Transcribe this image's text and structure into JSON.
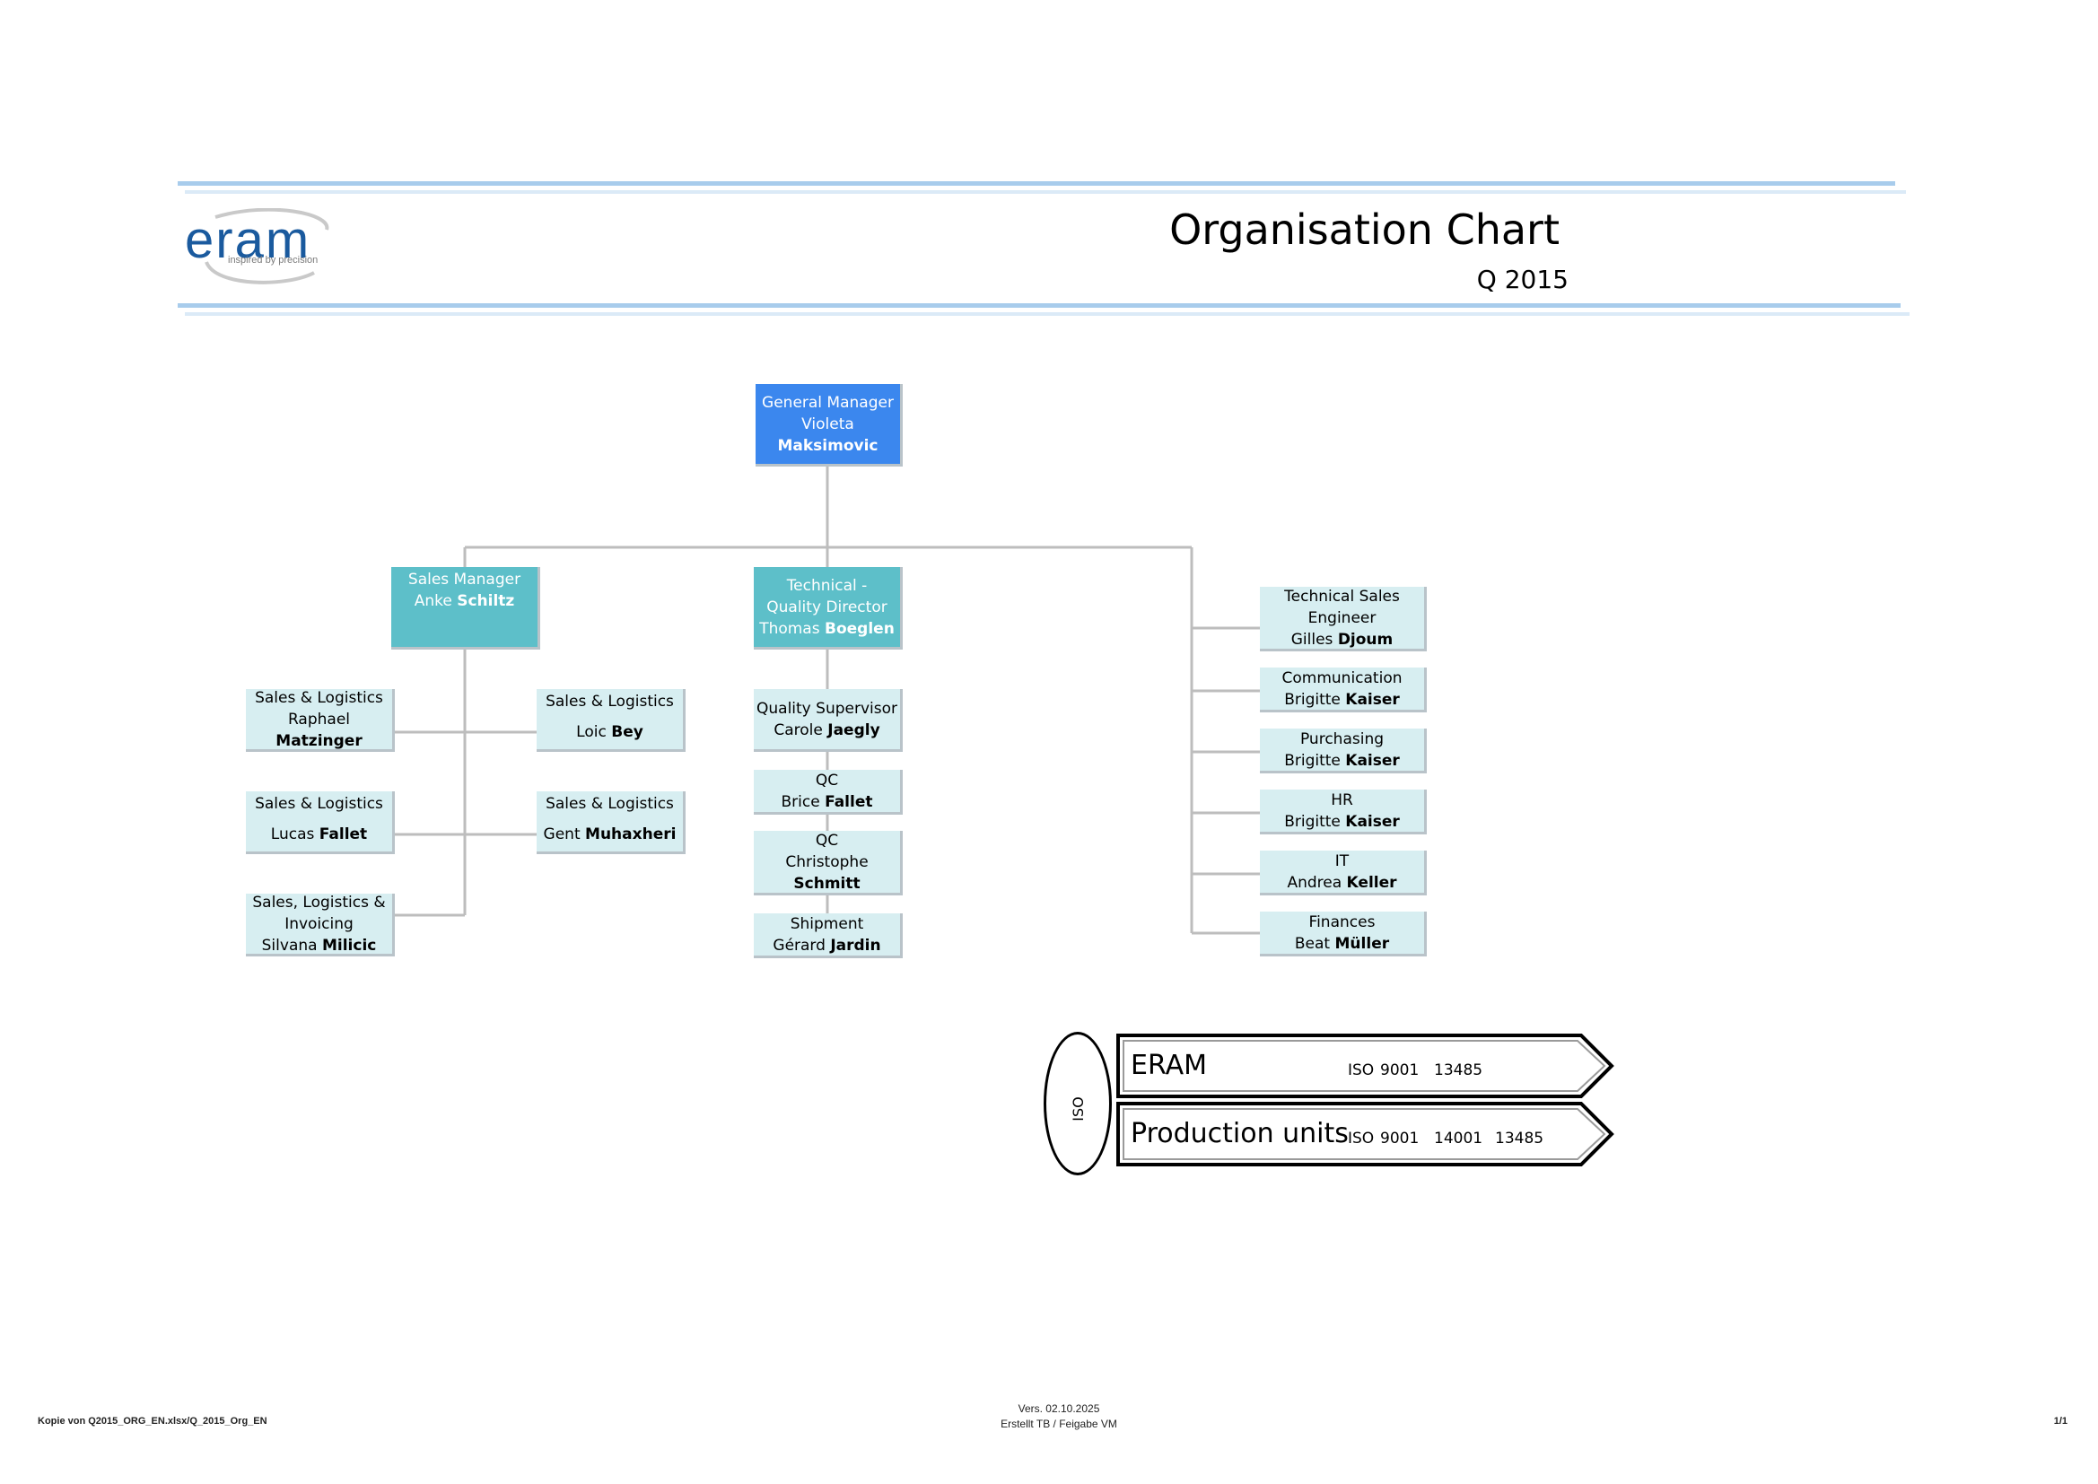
{
  "header": {
    "logo_text": "eram",
    "logo_tagline": "inspired by precision",
    "title": "Organisation Chart",
    "subtitle": "Q 2015"
  },
  "colors": {
    "header_rule": "#a8ccec",
    "header_rule_light": "#dbeaf7",
    "logo_blue": "#1a5a9e",
    "general_manager_fill": "#3b87ee",
    "manager_fill": "#5dbfc9",
    "staff_fill": "#d7eef1",
    "connector": "#bdbdbd"
  },
  "chart": {
    "general_manager": {
      "title": "General Manager",
      "first": "Violeta",
      "last": "Maksimovic"
    },
    "sales_manager": {
      "title": "Sales Manager",
      "first": "Anke",
      "last": "Schiltz"
    },
    "technical_director": {
      "title": "Technical -Quality Director",
      "first": "Thomas",
      "last": "Boeglen"
    },
    "sales_team": [
      {
        "title": "Sales & Logistics",
        "first": "Raphael",
        "last": "Matzinger"
      },
      {
        "title": "Sales & Logistics",
        "first": "Loic",
        "last": "Bey"
      },
      {
        "title": "Sales & Logistics",
        "first": "Lucas",
        "last": "Fallet"
      },
      {
        "title": "Sales & Logistics",
        "first": "Gent",
        "last": "Muhaxheri"
      },
      {
        "title": "Sales, Logistics & Invoicing",
        "first": "Silvana",
        "last": "Milicic"
      }
    ],
    "technical_team": [
      {
        "title": "Quality Supervisor",
        "first": "Carole",
        "last": "Jaegly"
      },
      {
        "title": "QC",
        "first": "Brice",
        "last": "Fallet"
      },
      {
        "title": "QC",
        "first": "Christophe",
        "last": "Schmitt"
      },
      {
        "title": "Shipment",
        "first": "Gérard",
        "last": "Jardin"
      }
    ],
    "staff_functions": [
      {
        "title": "Technical Sales Engineer",
        "first": "Gilles",
        "last": "Djoum"
      },
      {
        "title": "Communication",
        "first": "Brigitte",
        "last": "Kaiser"
      },
      {
        "title": "Purchasing",
        "first": "Brigitte",
        "last": "Kaiser"
      },
      {
        "title": "HR",
        "first": "Brigitte",
        "last": "Kaiser"
      },
      {
        "title": "IT",
        "first": "Andrea",
        "last": "Keller"
      },
      {
        "title": "Finances",
        "first": "Beat",
        "last": "Müller"
      }
    ]
  },
  "iso": {
    "label": "ISO",
    "rows": [
      {
        "name": "ERAM",
        "prefix": "ISO",
        "standards": [
          "9001",
          "13485"
        ]
      },
      {
        "name": "Production units",
        "prefix": "ISO",
        "standards": [
          "9001",
          "14001",
          "13485"
        ]
      }
    ]
  },
  "footer": {
    "file": "Kopie von Q2015_ORG_EN.xlsx/Q_2015_Org_EN",
    "version": "Vers. 02.10.2025",
    "created": "Erstellt TB / Feigabe VM",
    "page": "1/1"
  }
}
